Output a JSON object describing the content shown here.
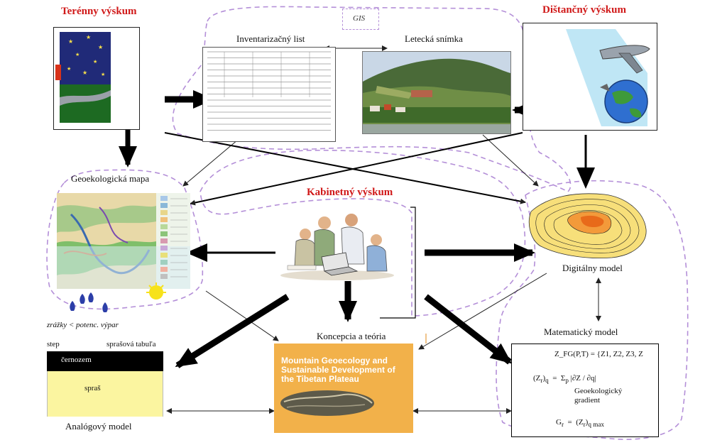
{
  "titles": {
    "field": "Terénny výskum",
    "remote": "Dištančný výskum",
    "cabinet": "Kabinetný výskum"
  },
  "labels": {
    "gis": "GIS",
    "inventory": "Inventarizačný list",
    "aerial": "Letecká snímka",
    "geoeco_map": "Geoekologická mapa",
    "digital_model": "Digitálny model",
    "math_model": "Matematický model",
    "concept": "Koncepcia a teória",
    "analog_model": "Analógový model"
  },
  "soil": {
    "rain_text": "zrážky < potenc. výpar",
    "step": "step",
    "loess_table": "sprašová tabuľa",
    "chernozem": "černozem",
    "loess": "spraš"
  },
  "book": {
    "title": "Mountain Geoecology and Sustainable Development of the Tibetan Plateau"
  },
  "math": {
    "line1": "Z_FG(P,T) = {Z1, Z2, Z3, Z",
    "geo_gradient": "Geoekologický gradient"
  },
  "colors": {
    "title_red": "#d01818",
    "dashed_region": "#b48fd8",
    "book_bg": "#f2b14a",
    "loess_fill": "#fbf5a0"
  }
}
